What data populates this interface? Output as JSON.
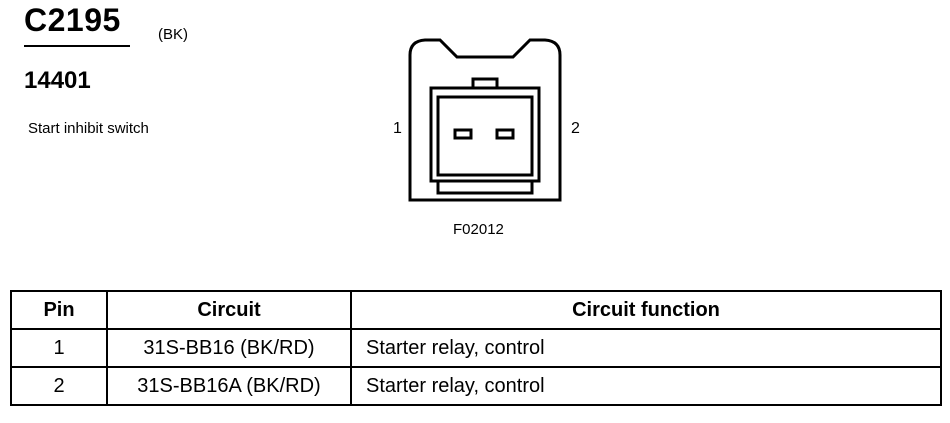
{
  "header": {
    "connector_id": "C2195",
    "connector_color": "(BK)",
    "part_number": "14401",
    "component_name": "Start inhibit switch"
  },
  "diagram": {
    "pin_left_label": "1",
    "pin_right_label": "2",
    "figure_id": "F02012"
  },
  "table": {
    "headers": [
      "Pin",
      "Circuit",
      "Circuit function"
    ],
    "rows": [
      {
        "pin": "1",
        "circuit": "31S-BB16 (BK/RD)",
        "function": "Starter relay, control"
      },
      {
        "pin": "2",
        "circuit": "31S-BB16A (BK/RD)",
        "function": "Starter relay, control"
      }
    ]
  }
}
